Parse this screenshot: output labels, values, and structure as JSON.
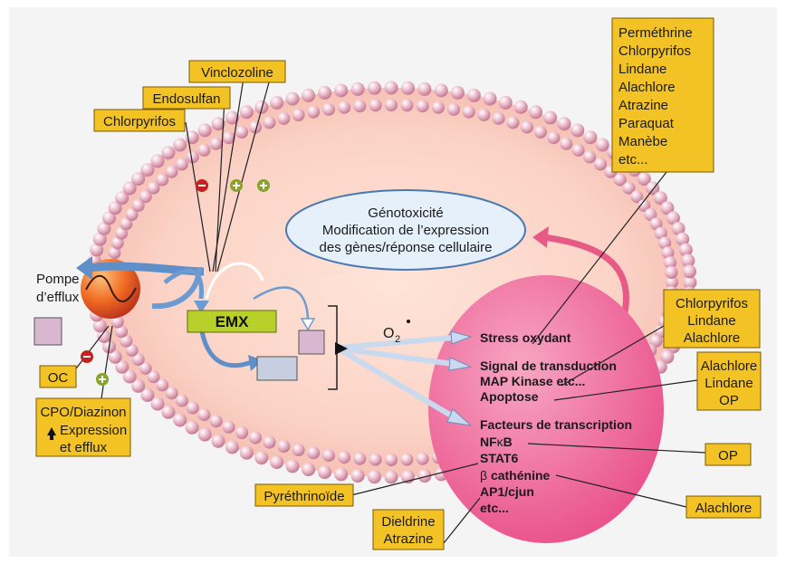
{
  "colors": {
    "background": "#f4f4f4",
    "membrane_bead": "#e6a8bc",
    "cell_interior": "#f8cfc4",
    "nucleus_fill": "#ef6f9c",
    "label_box": "#f3c326",
    "emx_box": "#b8d12a",
    "ellipse_fill": "#e6f0fa",
    "ellipse_stroke": "#4a78b0"
  },
  "icons": {
    "inhibit": "minus-circle-icon",
    "activate": "plus-circle-icon"
  },
  "pump_label": [
    "Pompe",
    "d’efflux"
  ],
  "emx_label": "EMX",
  "oxygen_label": "O",
  "oxygen_sub": "2",
  "genotox": {
    "line1": "Génotoxicité",
    "line2": "Modification de l’expression",
    "line3": "des gènes/réponse cellulaire"
  },
  "top_right_box": [
    "Perméthrine",
    "Chlorpyrifos",
    "Lindane",
    "Alachlore",
    "Atrazine",
    "Paraquat",
    "Manèbe",
    "etc..."
  ],
  "vinclozoline": "Vinclozoline",
  "endosulfan": "Endosulfan",
  "chlorpyrifos_top": "Chlorpyrifos",
  "chlorpyrifos_right": [
    "Chlorpyrifos",
    "Lindane",
    "Alachlore"
  ],
  "alachlore_right": [
    "Alachlore",
    "Lindane",
    "OP"
  ],
  "op_right": "OP",
  "alachlore_bottom": "Alachlore",
  "pyrethrinoide": "Pyréthrinoïde",
  "dieldrine_atrazine": [
    "Dieldrine",
    "Atrazine"
  ],
  "oc": "OC",
  "cpo_box": {
    "line1": "CPO/Diazinon",
    "line2": "Expression",
    "line3": "et efflux"
  },
  "nucleus_text": {
    "stress": "Stress oxydant",
    "signal": "Signal de transduction",
    "mapk": "MAP Kinase etc...",
    "apoptose": "Apoptose",
    "facteurs": "Facteurs de transcription",
    "nfkb_a": "NF",
    "nfkb_k": "κ",
    "nfkb_b": "B",
    "stat6": "STAT6",
    "bcat_beta": "β",
    "bcat": " cathénine",
    "ap1": "AP1/cjun",
    "etc": "etc..."
  }
}
